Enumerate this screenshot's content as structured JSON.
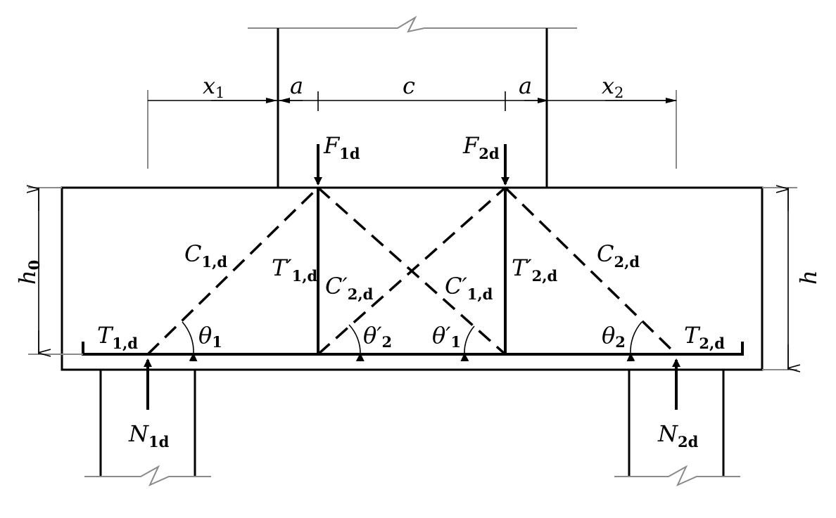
{
  "labels": {
    "x1": {
      "main": "x",
      "sub": "1"
    },
    "a_left": {
      "main": "a"
    },
    "c": {
      "main": "c"
    },
    "a_right": {
      "main": "a"
    },
    "x2": {
      "main": "x",
      "sub": "2"
    },
    "F1d": {
      "main": "F",
      "sub": "1d"
    },
    "F2d": {
      "main": "F",
      "sub": "2d"
    },
    "h0": {
      "main": "h",
      "sub": "0"
    },
    "h": {
      "main": "h"
    },
    "C1d": {
      "main": "C",
      "sub": "1,d"
    },
    "C2d": {
      "main": "C",
      "sub": "2,d"
    },
    "Tp1d": {
      "main": "T′",
      "sub": "1,d"
    },
    "Tp2d": {
      "main": "T′",
      "sub": "2,d"
    },
    "Cp2d": {
      "main": "C′",
      "sub": "2,d"
    },
    "Cp1d": {
      "main": "C′",
      "sub": "1,d"
    },
    "T1d": {
      "main": "T",
      "sub": "1,d"
    },
    "T2d": {
      "main": "T",
      "sub": "2,d"
    },
    "theta1": {
      "main": "θ",
      "sub": "1"
    },
    "thetap2": {
      "main": "θ′",
      "sub": "2"
    },
    "thetap1": {
      "main": "θ′",
      "sub": "1"
    },
    "theta2": {
      "main": "θ",
      "sub": "2"
    },
    "N1d": {
      "main": "N",
      "sub": "1d"
    },
    "N2d": {
      "main": "N",
      "sub": "2d"
    }
  }
}
